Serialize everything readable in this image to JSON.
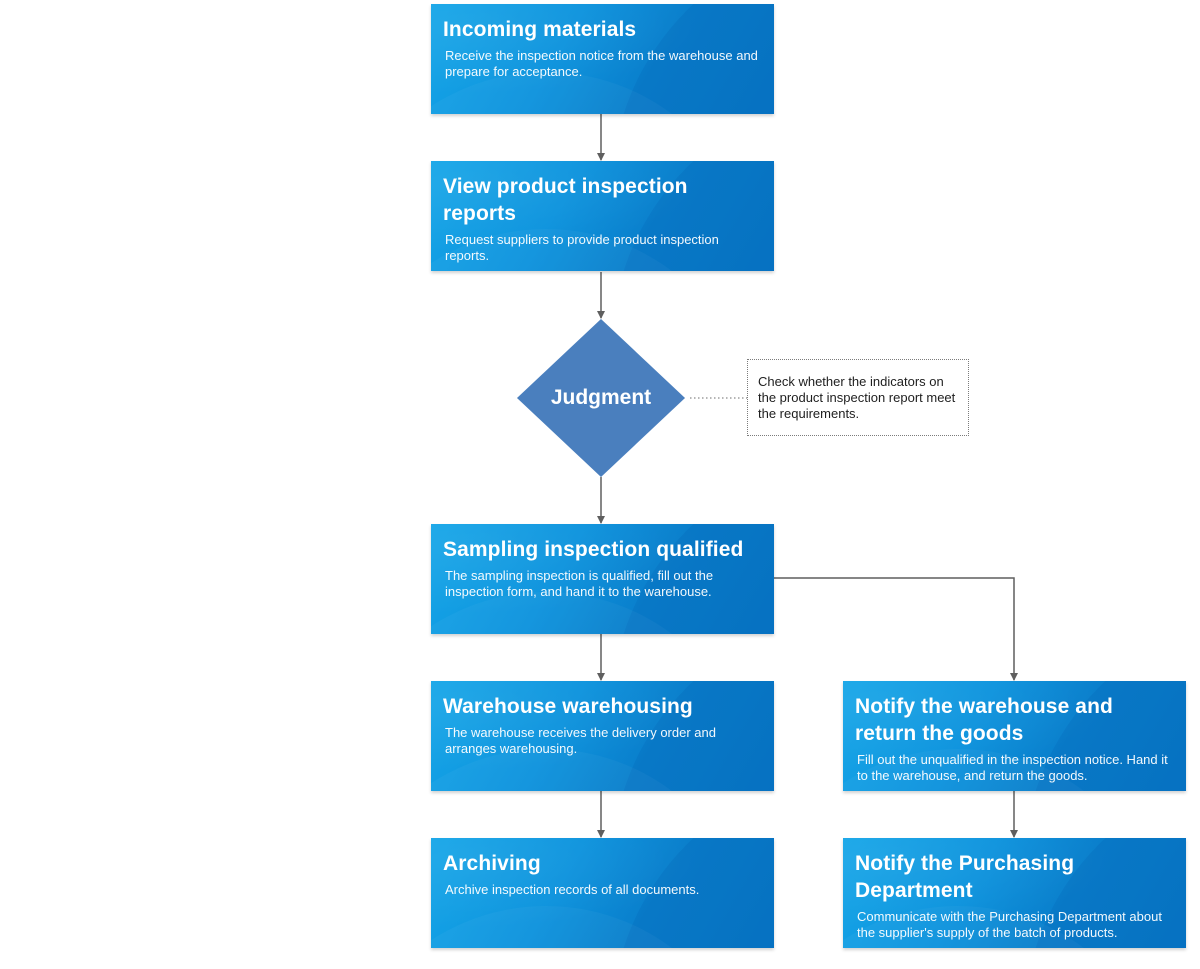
{
  "diagram": {
    "nodes": [
      {
        "id": "incoming-materials",
        "title": "Incoming materials",
        "description": "Receive the inspection notice from the warehouse and prepare for acceptance."
      },
      {
        "id": "view-product-inspection-reports",
        "title": "View product inspection reports",
        "description": "Request suppliers to provide product inspection reports."
      },
      {
        "id": "judgment",
        "title": "Judgment"
      },
      {
        "id": "sampling-inspection-qualified",
        "title": "Sampling inspection qualified",
        "description": "The sampling inspection is qualified, fill out the inspection form, and hand it to the warehouse."
      },
      {
        "id": "warehouse-warehousing",
        "title": "Warehouse warehousing",
        "description": "The warehouse receives the delivery order and arranges warehousing."
      },
      {
        "id": "notify-warehouse-return-goods",
        "title": "Notify the warehouse and return the goods",
        "description": "Fill out the unqualified in the inspection notice. Hand it to the warehouse, and return the goods."
      },
      {
        "id": "archiving",
        "title": "Archiving",
        "description": "Archive inspection records of all documents."
      },
      {
        "id": "notify-purchasing-department",
        "title": "Notify the Purchasing Department",
        "description": "Communicate with the Purchasing Department about the supplier's supply of the batch of products."
      }
    ],
    "annotation": {
      "text": "Check whether the indicators on the product inspection report meet the requirements."
    },
    "colors": {
      "process_box": "#0d93dd",
      "decision": "#4a7fbe",
      "connector": "#5f5f5f",
      "annotation_border": "#7b7b7b"
    }
  }
}
